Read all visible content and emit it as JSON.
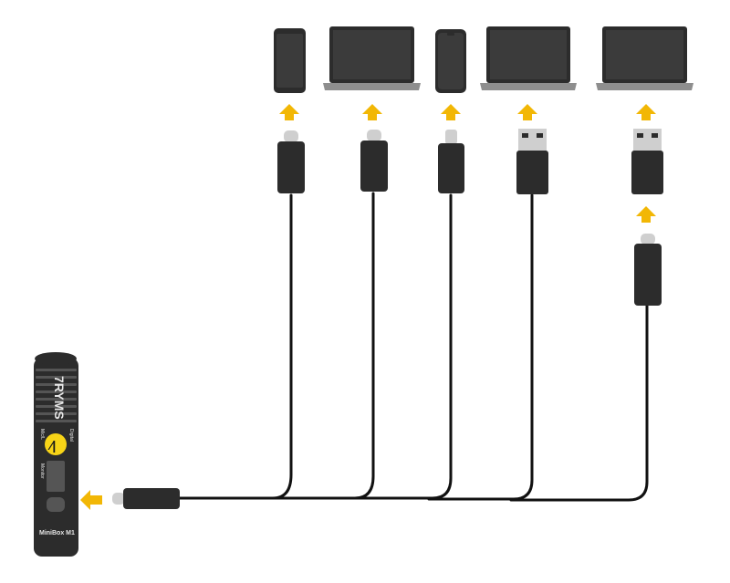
{
  "colors": {
    "arrow": "#f2b705",
    "cable": "#111111",
    "device_body": "#2c2c2c",
    "device_screen": "#3b3b3b",
    "laptop_base": "#8e8e8e",
    "metal_pin": "#cfcfcf",
    "mic_badge": "#f7d417"
  },
  "icons": [
    "phone-icon",
    "laptop-icon",
    "usb-c-connector",
    "lightning-connector",
    "usb-a-connector",
    "up-arrow-icon",
    "left-arrow-icon",
    "microphone"
  ],
  "devices": [
    {
      "kind": "phone",
      "connector": "usb-c"
    },
    {
      "kind": "laptop",
      "connector": "usb-c"
    },
    {
      "kind": "phone",
      "connector": "lightning"
    },
    {
      "kind": "laptop",
      "connector": "usb-a"
    },
    {
      "kind": "laptop",
      "connector": "usb-a-adapter"
    }
  ],
  "microphone": {
    "brand": "7RYMS",
    "model": "MiniBox M1",
    "badge_glyph": "⁄|",
    "switch_top": "Mic/L",
    "switch_mid": "Digital",
    "switch_side": "Monitor"
  }
}
